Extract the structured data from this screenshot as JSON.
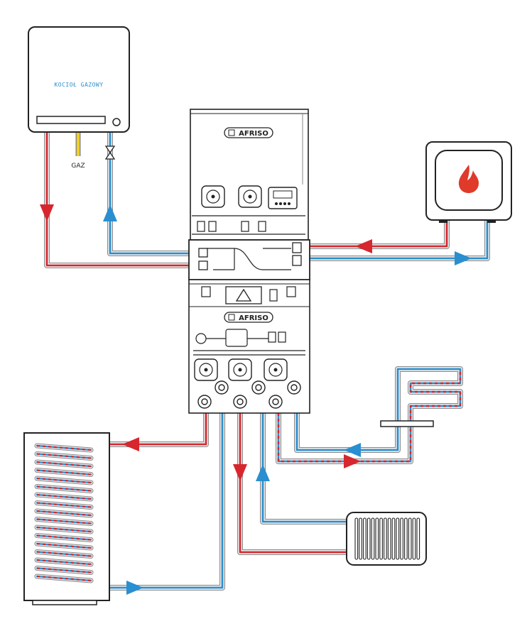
{
  "boiler": {
    "label": "KOCIOŁ GAZOWY"
  },
  "gas": {
    "label": "GAZ"
  },
  "modules": {
    "upper_brand": "AFRISO",
    "lower_brand": "AFRISO"
  },
  "colors": {
    "hot": "#d7262e",
    "cold": "#2a8fd0",
    "pipe_edge": "#8a8a8a",
    "pipe_core": "#e6e6e6",
    "gas": "#f0d020",
    "flame": "#e03a2a",
    "outline": "#222222"
  },
  "icons": {
    "fireplace": "flame-icon",
    "gas_valve": "valve-icon",
    "warning": "warning-triangle-icon"
  }
}
